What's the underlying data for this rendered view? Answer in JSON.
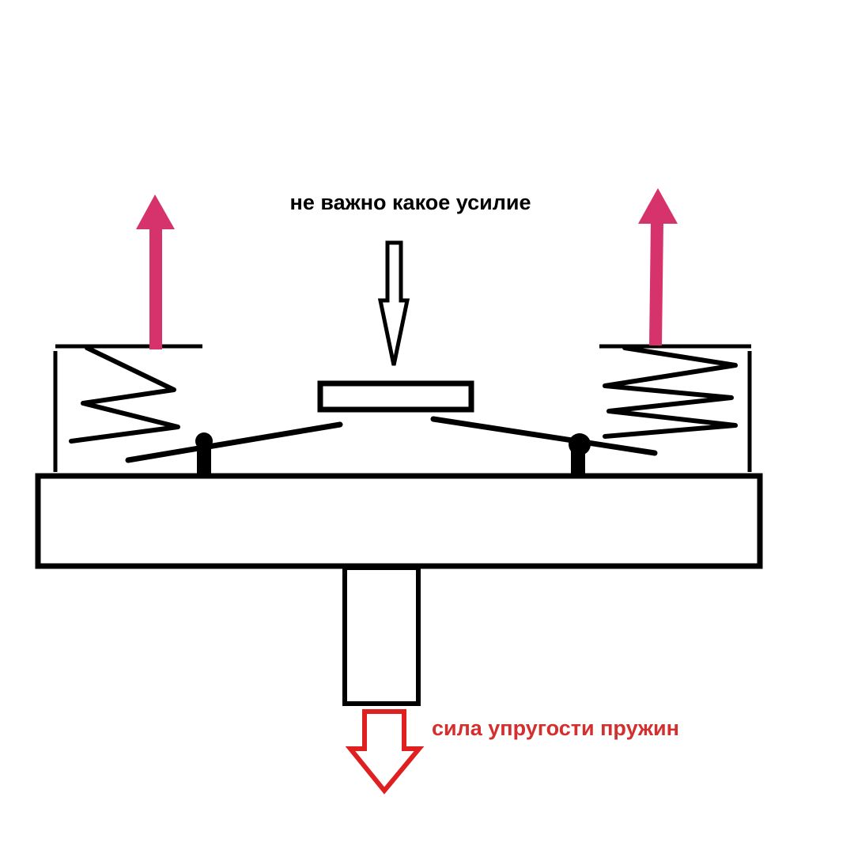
{
  "labels": {
    "top_force": "не важно какое усилие",
    "bottom_force": "сила упругости пружин"
  },
  "colors": {
    "line": "#000000",
    "spring_arrow": "#d6336c",
    "bottom_arrow": "#e02020",
    "bottom_label": "#d32f2f",
    "background": "#ffffff"
  },
  "icons": {
    "top_arrow": "down-arrow-outline",
    "spring_arrows": "up-arrow-solid",
    "bottom_arrow": "down-arrow-outline"
  }
}
